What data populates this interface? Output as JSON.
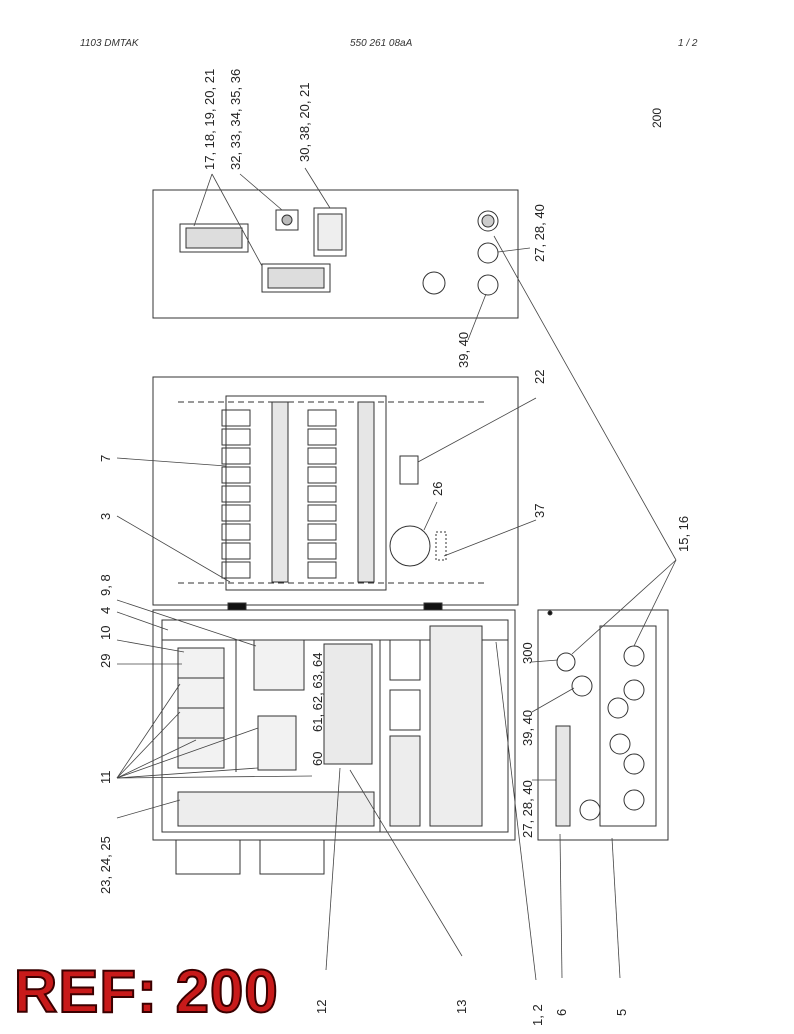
{
  "header": {
    "left": "1103   DMTAK",
    "center": "550 261 08aA",
    "right": "1 /  2"
  },
  "sheet_number": "200",
  "callouts": {
    "c_17_21": "17, 18, 19, 20, 21",
    "c_32_36": "32, 33, 34, 35, 36",
    "c_30_21": "30, 38, 20, 21",
    "c_27_40_top": "27, 28, 40",
    "c_39_40_top": "39, 40",
    "c_22": "22",
    "c_7": "7",
    "c_26": "26",
    "c_3": "3",
    "c_37": "37",
    "c_15_16": "15, 16",
    "c_9_8": "9, 8",
    "c_4": "4",
    "c_10": "10",
    "c_29": "29",
    "c_300": "300",
    "c_61_64": "61, 62, 63, 64",
    "c_60": "60",
    "c_39_40_bottom": "39, 40",
    "c_11": "11",
    "c_27_40_bottom": "27, 28, 40",
    "c_23_25": "23, 24, 25",
    "c_12": "12",
    "c_13": "13",
    "c_1_2": "1, 2",
    "c_6": "6",
    "c_5": "5"
  },
  "ref_banner": "REF: 200"
}
